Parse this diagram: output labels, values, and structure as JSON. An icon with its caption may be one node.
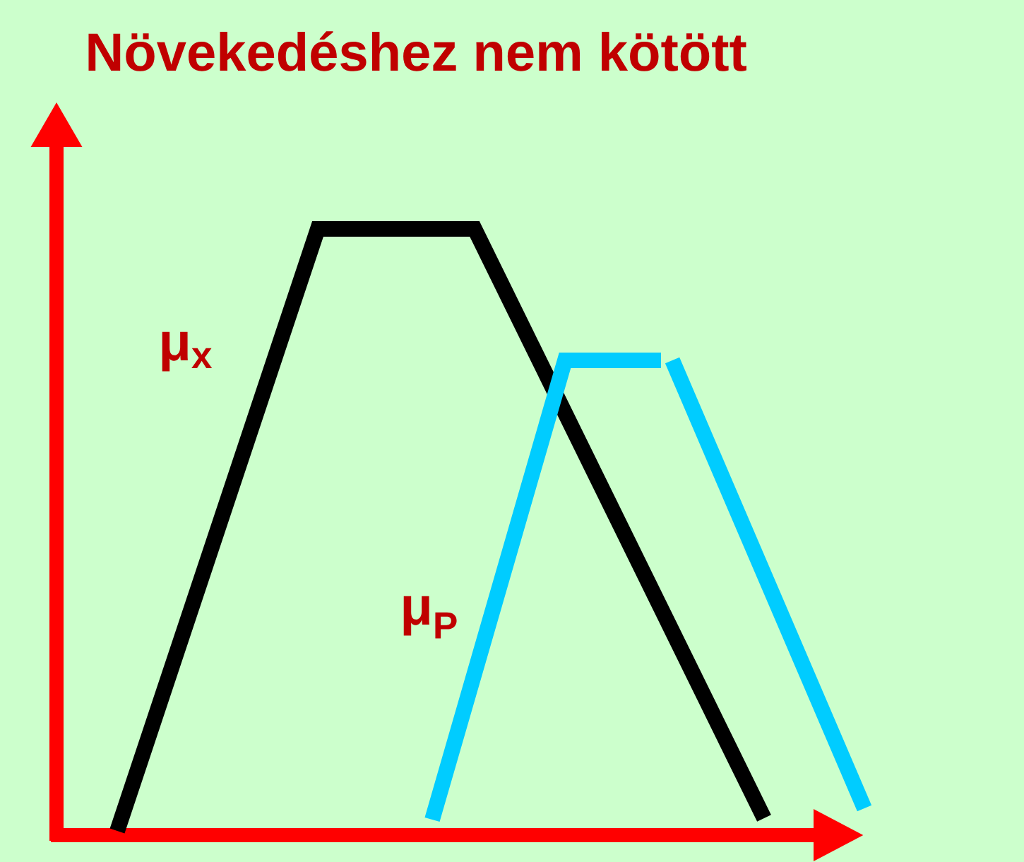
{
  "diagram": {
    "title": "Növekedéshez nem kötött",
    "labels": [
      "μ$_{x}$",
      "μ$_{P}$"
    ]
  }
}
